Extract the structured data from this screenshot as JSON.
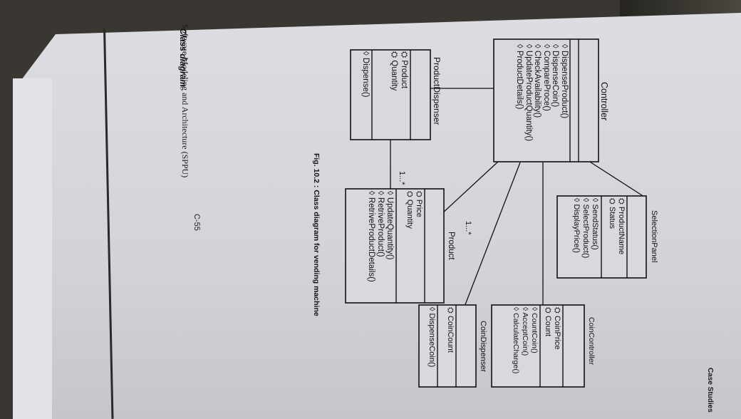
{
  "header": {
    "book_title": "Software Modeling and Architecture (SPPU)",
    "page_number": "C-55",
    "section_right": "Case Studies",
    "section_title": "Class diagram"
  },
  "figure": {
    "caption": "Fig. 10.2 : Class diagram for vending machine"
  },
  "classes": {
    "controller": {
      "name": "Controller",
      "attributes": [],
      "operations": [
        "DispenseProduct()",
        "DispenseCoin()",
        "CompareProce()",
        "CheckAvailability()",
        "UpdateProductQuantity()",
        "ProductDetails()"
      ]
    },
    "product_dispenser": {
      "name": "ProductDispenser",
      "attributes": [
        "Product",
        "Quantity"
      ],
      "operations": [
        "Dispense()"
      ]
    },
    "selection_panel": {
      "name": "SelectionPanel",
      "attributes": [
        "ProductName",
        "Status"
      ],
      "operations": [
        "SendStatus()",
        "SelectProduct()",
        "DisplayPrice()"
      ]
    },
    "product": {
      "name": "Product",
      "attributes": [
        "Price",
        "Quantity"
      ],
      "operations": [
        "UpdateQuantity()",
        "RetriveProduct()",
        "RetriveProductDetails()"
      ]
    },
    "coin_controller": {
      "name": "CoinController",
      "attributes": [
        "CoinPrice",
        "Count"
      ],
      "operations": [
        "CountCoin()",
        "AcceptCoin()",
        "CalculateCharge()"
      ]
    },
    "coin_dispenser": {
      "name": "CoinDispenser",
      "attributes": [
        "CoinCount"
      ],
      "operations": [
        "DispenseCoin()"
      ]
    }
  },
  "multiplicities": {
    "controller_product": "1...*",
    "dispenser_product": "1...*"
  }
}
